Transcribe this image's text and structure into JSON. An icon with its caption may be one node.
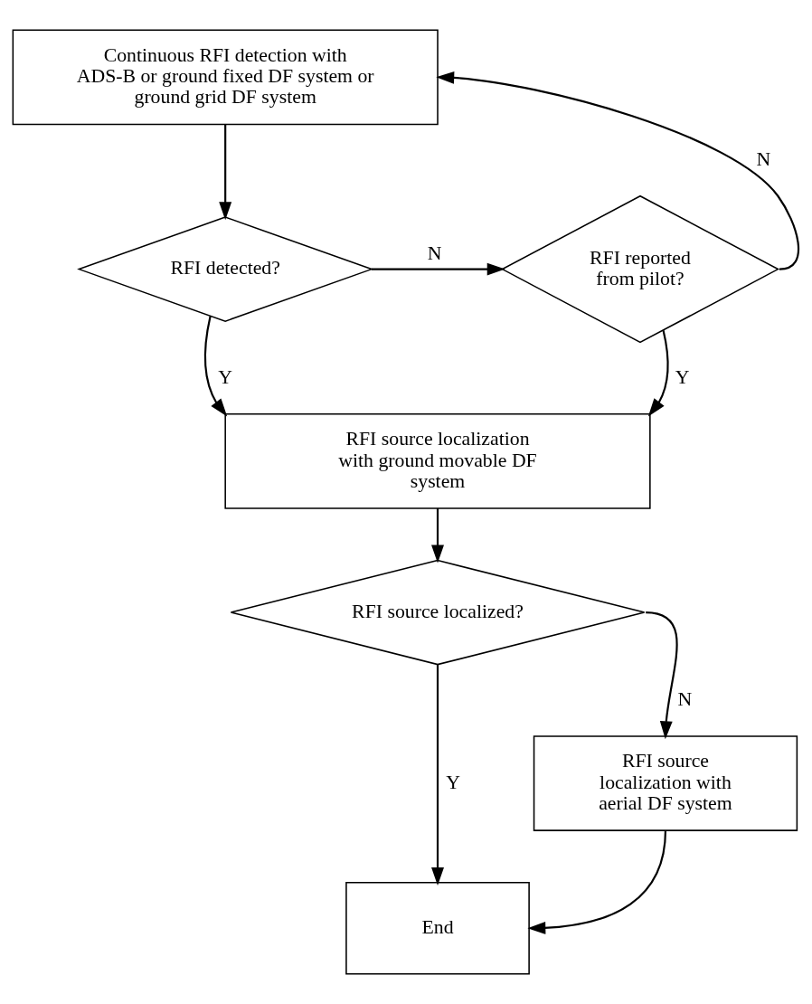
{
  "diagram": {
    "nodes": [
      {
        "text": [
          "Continuous RFI detection with ADS-B or ground fixed DF system or ground grid DF system"
        ]
      },
      {
        "text": [
          "RFI detected?"
        ]
      },
      {
        "text": [
          "RFI reported from pilot?"
        ]
      },
      {
        "text": [
          "RFI source localization with ground movable DF system"
        ]
      },
      {
        "text": [
          "RFI source localized?"
        ]
      },
      {
        "text": [
          "RFI source localization with aerial DF system"
        ]
      },
      {
        "text": [
          "End"
        ]
      }
    ],
    "edges": [
      {
        "from": 0,
        "to": 1,
        "arrow": "to"
      },
      {
        "from": 1,
        "to": 2,
        "arrow": "to",
        "label": "N"
      },
      {
        "from": 2,
        "to": 0,
        "arrow": "to",
        "label": "N"
      },
      {
        "from": 1,
        "to": 3,
        "arrow": "to",
        "label": "Y"
      },
      {
        "from": 2,
        "to": 3,
        "arrow": "to",
        "label": "Y"
      },
      {
        "from": 3,
        "to": 4,
        "arrow": "to"
      },
      {
        "from": 4,
        "to": 5,
        "arrow": "to",
        "label": "N"
      },
      {
        "from": 4,
        "to": 6,
        "arrow": "to",
        "label": "Y"
      },
      {
        "from": 5,
        "to": 6,
        "arrow": "to"
      }
    ]
  }
}
